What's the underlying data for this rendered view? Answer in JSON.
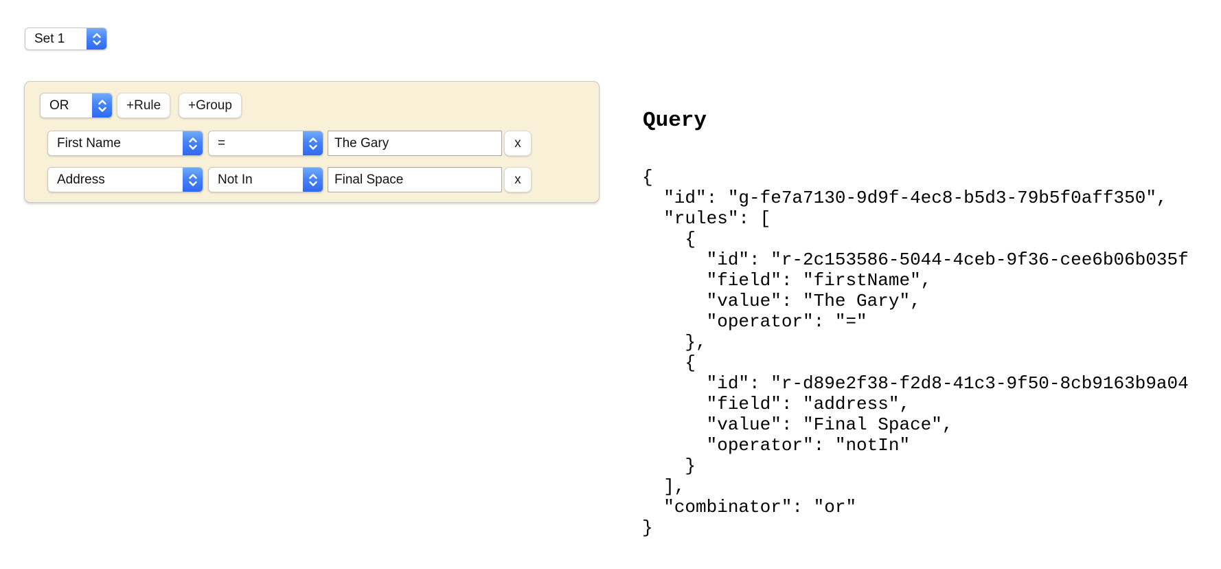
{
  "set_selector": {
    "value": "Set 1"
  },
  "group": {
    "combinator_value": "OR",
    "add_rule_label": "+Rule",
    "add_group_label": "+Group",
    "rules": [
      {
        "field": "First Name",
        "operator": "=",
        "value": "The Gary",
        "remove_label": "x"
      },
      {
        "field": "Address",
        "operator": "Not In",
        "value": "Final Space",
        "remove_label": "x"
      }
    ]
  },
  "output": {
    "title": "Query",
    "json_text": "{\n  \"id\": \"g-fe7a7130-9d9f-4ec8-b5d3-79b5f0aff350\",\n  \"rules\": [\n    {\n      \"id\": \"r-2c153586-5044-4ceb-9f36-cee6b06b035f\n      \"field\": \"firstName\",\n      \"value\": \"The Gary\",\n      \"operator\": \"=\"\n    },\n    {\n      \"id\": \"r-d89e2f38-f2d8-41c3-9f50-8cb9163b9a04\n      \"field\": \"address\",\n      \"value\": \"Final Space\",\n      \"operator\": \"notIn\"\n    }\n  ],\n  \"combinator\": \"or\"\n}"
  },
  "colors": {
    "select_accent_blue": "#3d7df5",
    "group_background": "#f8f0d7",
    "group_border": "#c9c9c9"
  }
}
